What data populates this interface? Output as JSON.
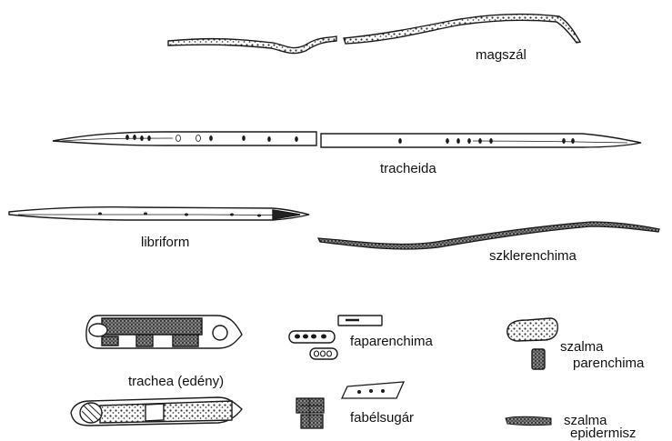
{
  "labels": {
    "magszal": "magszál",
    "tracheida": "tracheida",
    "libriform": "libriform",
    "szklerenchima": "szklerenchima",
    "trachea": "trachea (edény)",
    "faparenchima": "faparenchima",
    "fabelsugar": "fabélsugár",
    "szalma_parenchima_1": "szalma",
    "szalma_parenchima_2": "parenchima",
    "szalma_epidermisz_1": "szalma",
    "szalma_epidermisz_2": "epidermisz"
  },
  "colors": {
    "ink": "#1a1a1a",
    "fill_light": "#ffffff",
    "stipple": "#555555"
  }
}
